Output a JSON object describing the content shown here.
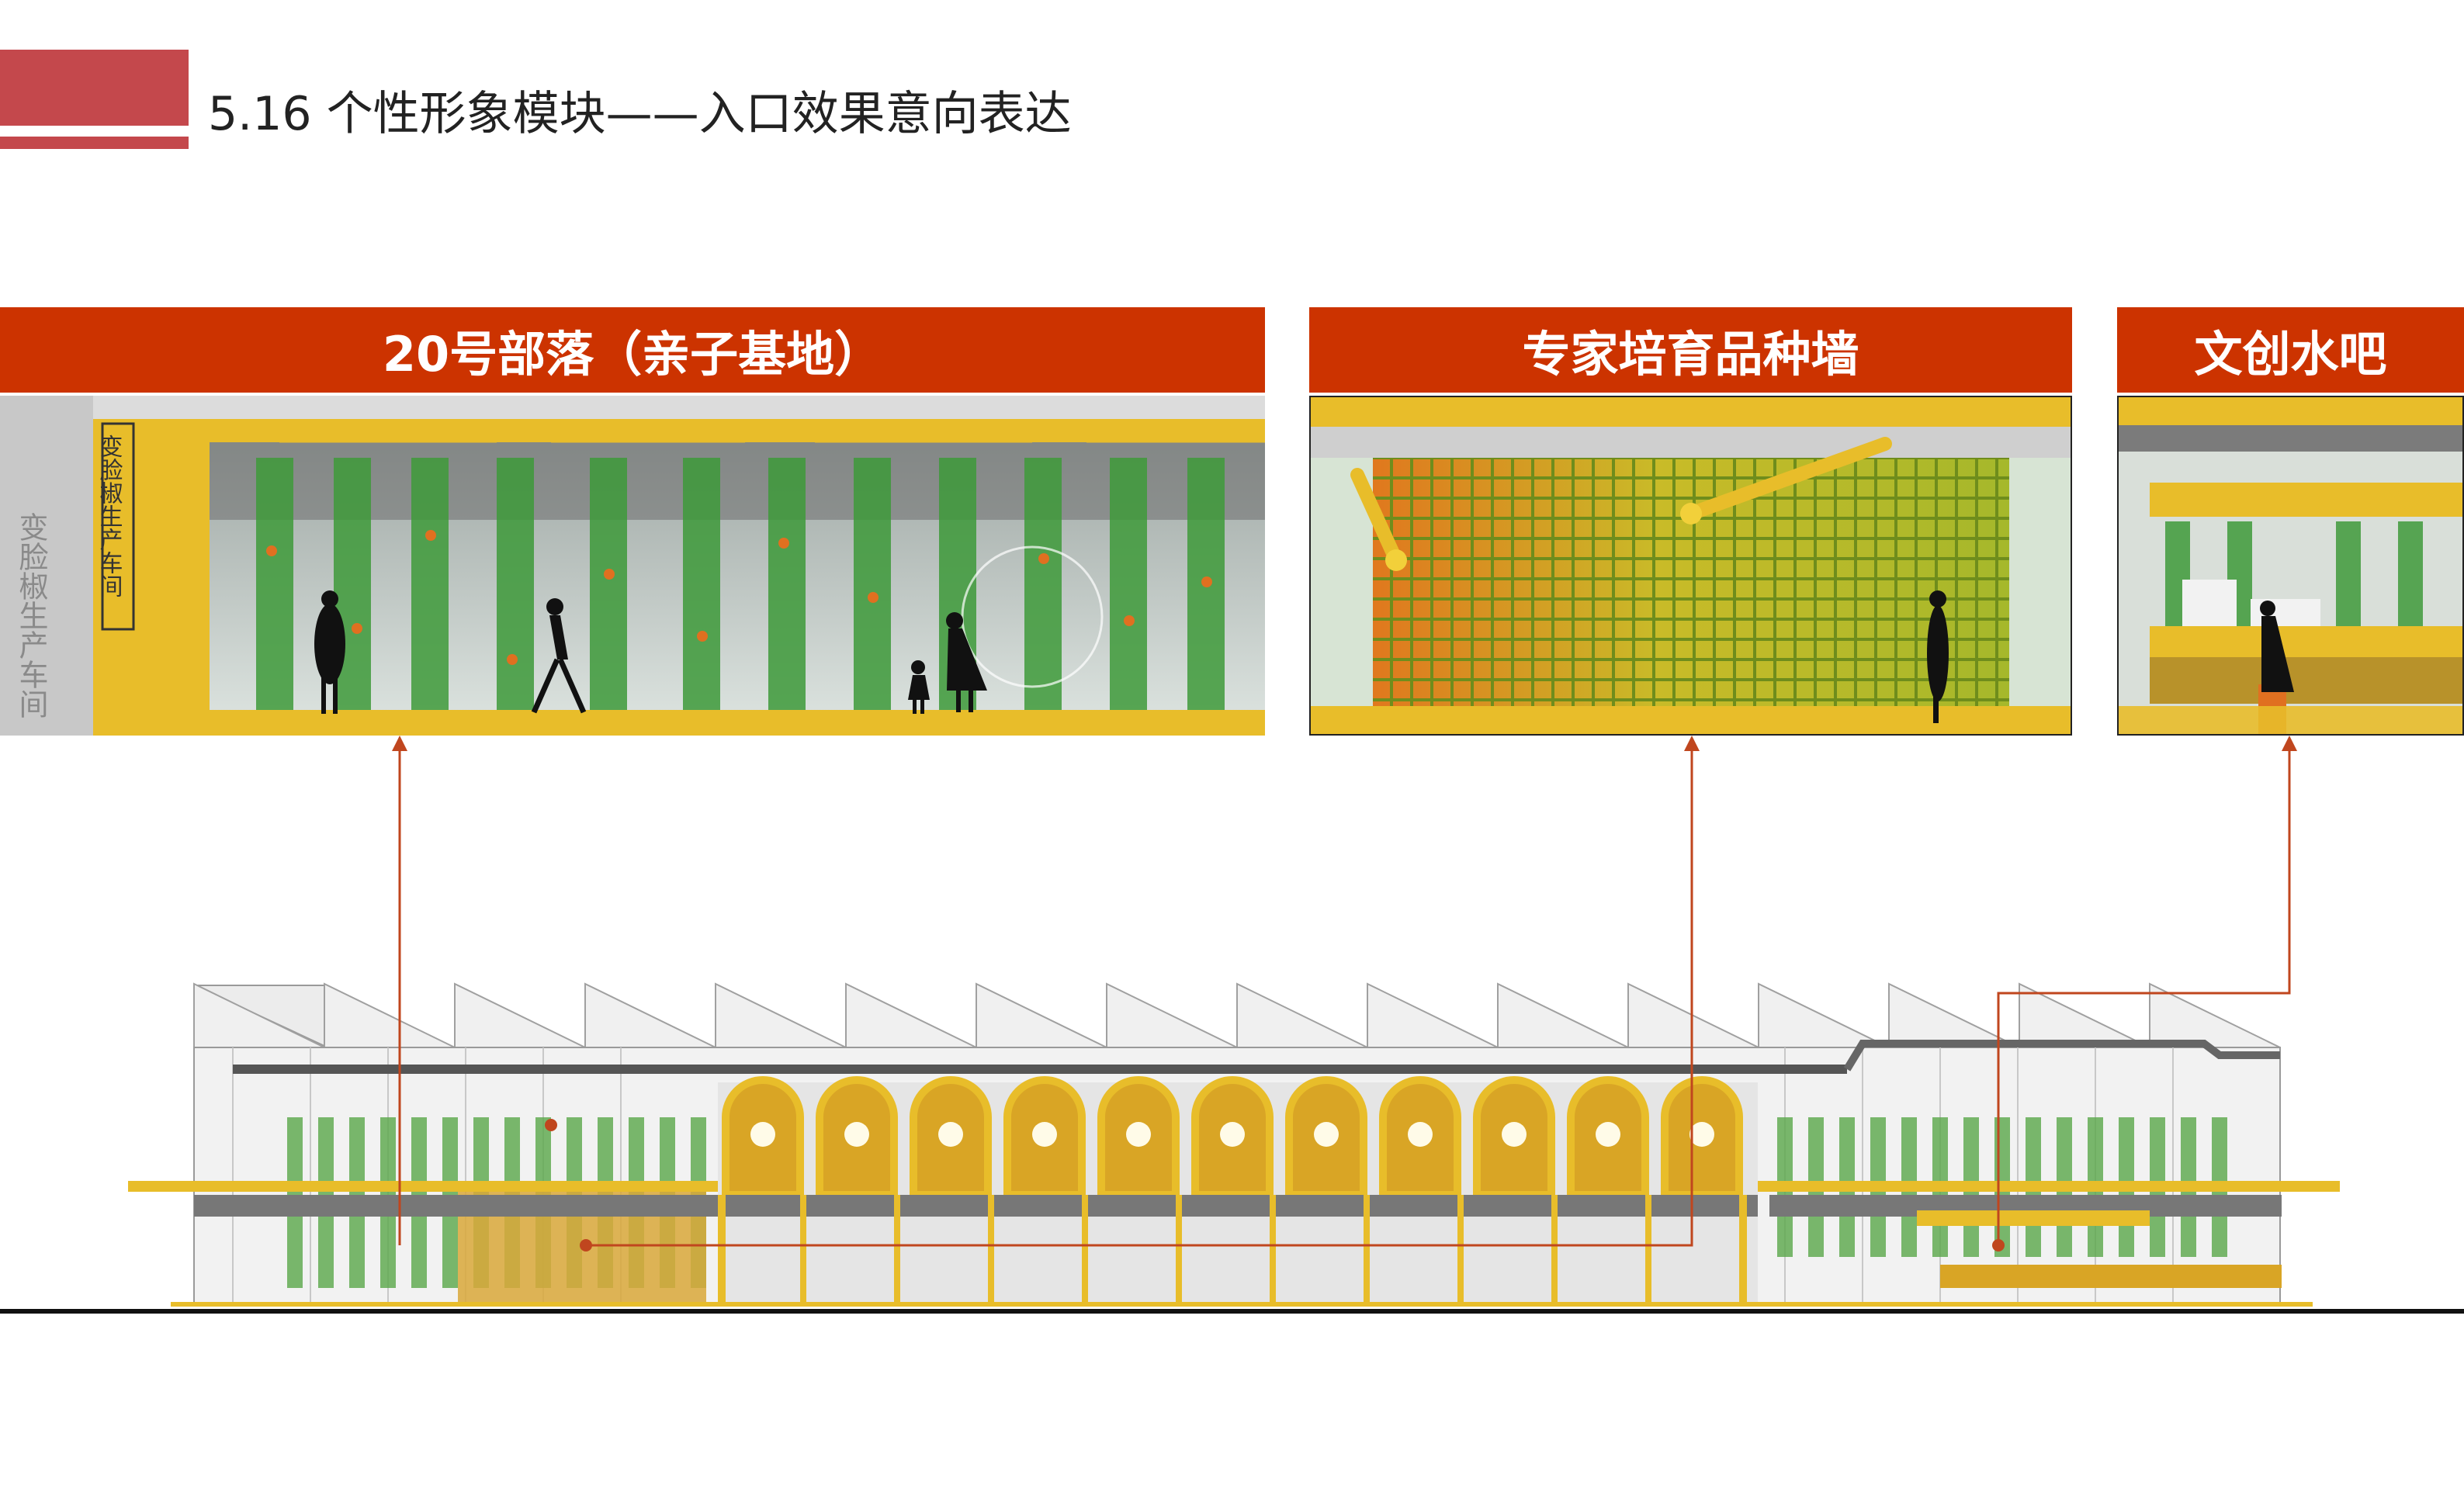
{
  "header": {
    "title": "5.16 个性形象模块——入口效果意向表达"
  },
  "sections": [
    {
      "label": "20号部落（亲子基地）"
    },
    {
      "label": "专家培育品种墙"
    },
    {
      "label": "文创水吧"
    }
  ],
  "panel1": {
    "sign_text": "变脸椒生产车间"
  },
  "colors": {
    "accent_red": "#cc3300",
    "header_red": "#c4484c",
    "yellow": "#e8bd2a",
    "plant_green": "#3e9a3a",
    "leader_line": "#c0461e"
  }
}
